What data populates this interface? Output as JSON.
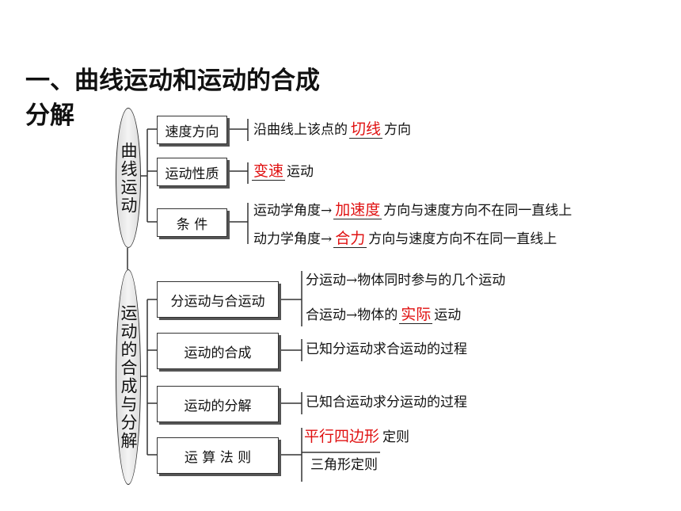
{
  "title": {
    "line1": "一、曲线运动和运动的合成",
    "line2": "分解"
  },
  "section1": {
    "label": "曲线运动",
    "boxes": [
      "速度方向",
      "运动性质",
      "条 件"
    ],
    "row1": {
      "pre": "沿曲线上该点的",
      "red": "切线",
      "post": "方向"
    },
    "row2": {
      "pre": "",
      "red": "变速",
      "post": "运动"
    },
    "row3a": {
      "pre": "运动学角度→",
      "red": "加速度",
      "post": "方向与速度方向不在同一直线上"
    },
    "row3b": {
      "pre": "动力学角度→",
      "red": "合力",
      "post": "方向与速度方向不在同一直线上"
    }
  },
  "section2": {
    "label": "运动的合成与分解",
    "boxes": [
      "分运动与合运动",
      "运动的合成",
      "运动的分解",
      "运 算 法 则"
    ],
    "row1a": {
      "pre": "分运动→物体同时参与的几个运动",
      "red": "",
      "post": ""
    },
    "row1b": {
      "pre": "合运动→物体的",
      "red": "实际",
      "post": "运动"
    },
    "row2": {
      "pre": "已知分运动求合运动的过程"
    },
    "row3": {
      "pre": "已知合运动求分运动的过程"
    },
    "row4a": {
      "pre": "",
      "red": "平行四边形",
      "post": "定则"
    },
    "row4b": {
      "pre": "三角形定则"
    }
  }
}
